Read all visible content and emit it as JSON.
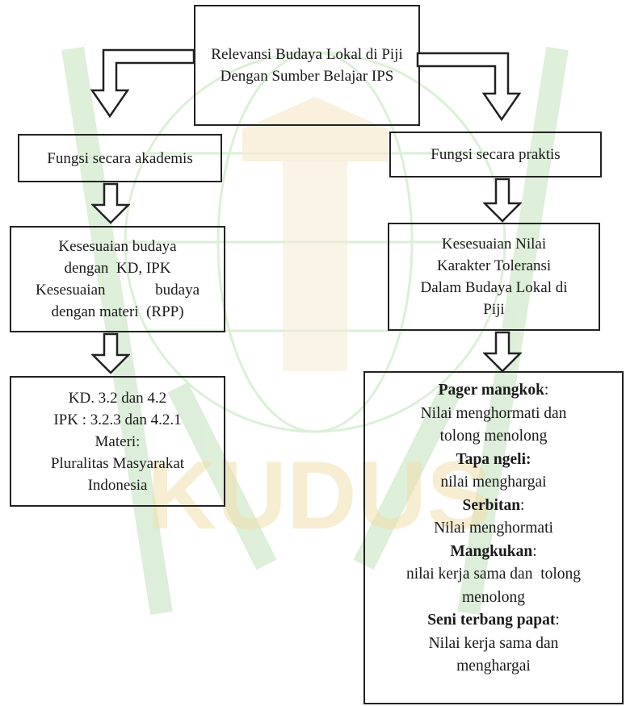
{
  "root": {
    "text": "Relevansi Budaya Lokal di Piji Dengan Sumber Belajar IPS"
  },
  "left": {
    "fungsi": "Fungsi secara akademis",
    "kesesuaian_lines": [
      "Kesesuaian budaya",
      "dengan  KD, IPK",
      "Kesesuaian budaya",
      "dengan materi  (RPP)"
    ],
    "kd_lines": [
      "KD. 3.2 dan 4.2",
      "IPK : 3.2.3 dan 4.2.1",
      "Materi:",
      "Pluralitas Masyarakat",
      "Indonesia"
    ]
  },
  "right": {
    "fungsi": "Fungsi secara praktis",
    "kesesuaian_lines": [
      "Kesesuaian Nilai",
      "Karakter Toleransi",
      "Dalam Budaya Lokal di",
      "Piji"
    ],
    "nilai": [
      {
        "name": "Pager mangkok",
        "sep": ":",
        "desc": [
          "Nilai menghormati dan",
          "tolong menolong"
        ]
      },
      {
        "name": "Tapa ngeli:",
        "sep": "",
        "desc": [
          "nilai menghargai"
        ]
      },
      {
        "name": "Serbitan",
        "sep": ":",
        "desc": [
          "Nilai menghormati"
        ]
      },
      {
        "name": "Mangkukan",
        "sep": ":",
        "desc": [
          "nilai kerja sama dan  tolong",
          "menolong"
        ]
      },
      {
        "name": "Seni terbang papat",
        "sep": ":",
        "desc": [
          "Nilai kerja sama dan",
          "menghargai"
        ]
      }
    ]
  },
  "watermark": {
    "text": "KUDUS",
    "color": "#d8ecd4",
    "accent": "#f1dfae"
  }
}
